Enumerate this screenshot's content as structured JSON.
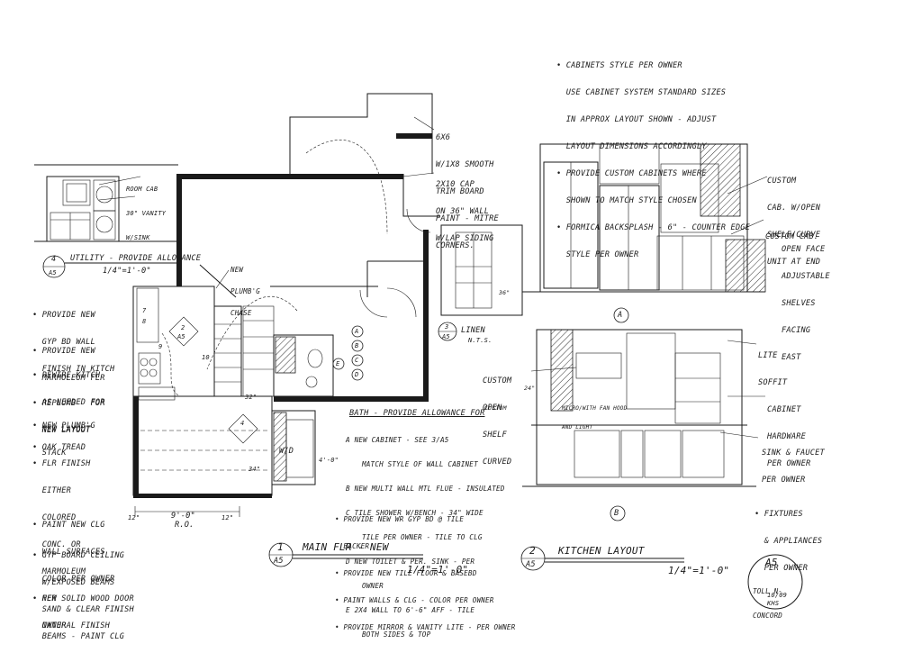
{
  "sheet": {
    "notes_cabinets": [
      "• CABINETS STYLE PER OWNER",
      "  USE CABINET SYSTEM STANDARD SIZES",
      "  IN APPROX LAYOUT SHOWN - ADJUST",
      "  LAYOUT DIMENSIONS ACCORDINGLY",
      "• PROVIDE CUSTOM CABINETS WHERE",
      "  SHOWN TO MATCH STYLE CHOSEN",
      "• FORMICA BACKSPLASH - 6\" - COUNTER EDGE",
      "  STYLE PER OWNER"
    ],
    "trim_note": [
      "6x6",
      "W/1x8 SMOOTH",
      "TRIM BOARD",
      "PAINT - MITRE",
      "CORNERS."
    ],
    "cap_note": [
      "2x10 CAP",
      "ON 36\" WALL",
      "W/LAP SIDING"
    ],
    "utility_labels": [
      "ROOM CAB",
      "30\" VANITY",
      "W/SINK"
    ],
    "callout_4": {
      "num": "4",
      "sheet": "A5",
      "title": "UTILITY - PROVIDE ALLOWANCE",
      "scale": "1/4\"=1'-0\""
    },
    "callout_3": {
      "num": "3",
      "sheet": "A5",
      "title": "LINEN",
      "scale": "N.T.S."
    },
    "callout_1": {
      "num": "1",
      "sheet": "A5",
      "title": "MAIN FLR - NEW",
      "scale": "1/4\"=1'-0\""
    },
    "callout_2": {
      "num": "2",
      "sheet": "A5",
      "title": "KITCHEN LAYOUT",
      "scale": "1/4\"=1'-0\""
    },
    "new_plumb_chase": [
      "NEW",
      "PLUMB'G",
      "CHASE"
    ],
    "left_notes": [
      [
        "• PROVIDE NEW",
        "  GYP BD WALL",
        "  FINISH IN KITCH"
      ],
      [
        "• PROVIDE NEW",
        "  MARMOLEUM FLR"
      ],
      [
        "• REWIRE KITCH",
        "  AS NEEDED FOR",
        "  NEW LAYOUT"
      ],
      [
        "• REPLUMB   FOR",
        "  NEW LAYOUT"
      ],
      [
        "• NEW PLUMB'G",
        "  STACK"
      ],
      [
        "• OAK TREAD"
      ],
      [
        "• FLR FINISH",
        "  EITHER",
        "  COLORED",
        "  CONC. OR",
        "  MARMOLEUM",
        "  PER",
        "  OWNER"
      ],
      [
        "• PAINT NEW CLG",
        "  WALL SURFACES",
        "  COLOR PER OWNER"
      ],
      [
        "• GYP BOARD CEILING",
        "  W/EXPOSED BEAMS",
        "  SAND & CLEAR FINISH",
        "  BEAMS - PAINT CLG"
      ],
      [
        "• NEW SOLID WOOD DOOR",
        "  NATURAL FINISH"
      ]
    ],
    "bath_title": "BATH - PROVIDE ALLOWANCE FOR",
    "bath_notes": [
      {
        "key": "A",
        "text": [
          "NEW CABINET - SEE 3/A5",
          "MATCH STYLE OF WALL CABINET"
        ]
      },
      {
        "key": "B",
        "text": [
          "NEW MULTI WALL MTL FLUE - INSULATED"
        ]
      },
      {
        "key": "C",
        "text": [
          "TILE SHOWER W/BENCH - 34\" WIDE",
          "TILE PER OWNER - TILE TO CLG"
        ]
      },
      {
        "key": "D",
        "text": [
          "NEW TOILET & PER. SINK - PER",
          "OWNER"
        ]
      },
      {
        "key": "E",
        "text": [
          "2x4 WALL TO 6'-6\" AFF - TILE",
          "BOTH SIDES & TOP"
        ]
      }
    ],
    "bath_general": [
      "• PROVIDE NEW WR GYP BD @ TILE",
      "  BACKER",
      "• PROVIDE NEW TILE FLOOR & BASEBD",
      "• PAINT WALLS & CLG - COLOR PER OWNER",
      "• PROVIDE MIRROR & VANITY LITE - PER OWNER"
    ],
    "kitchen_right_notes": [
      [
        "CUSTOM",
        "CAB. W/OPEN",
        "SHELF/CURVE",
        "UNIT AT END"
      ],
      [
        "CUSTOM CAB."
      ],
      [
        "OPEN FACE",
        "ADJUSTABLE",
        "SHELVES",
        "FACING",
        "EAST"
      ],
      [
        "LITE",
        "SOFFIT"
      ],
      [
        "CABINET",
        "HARDWARE",
        "PER OWNER"
      ],
      [
        "SINK & FAUCET",
        "PER OWNER"
      ],
      [
        "• FIXTURES",
        "  & APPLIANCES",
        "  PER OWNER"
      ]
    ],
    "custom_shelf": [
      "CUSTOM",
      "OPEN",
      "SHELF",
      "CURVED"
    ],
    "custom_small": "CUSTOM",
    "micro_label": [
      "MICRO/WITH FAN HOOD",
      "AND LIGHT"
    ],
    "elev_A": "A",
    "elev_B": "B",
    "plan_keys": [
      "A",
      "B",
      "C",
      "D",
      "E"
    ],
    "plan_misc": {
      "wd": "W/D",
      "dim_9": "9'-0\"",
      "dim_ro": "R.O.",
      "dim_34": "34\"",
      "dim_32": "32\"",
      "dim_12a": "12\"",
      "dim_12b": "12\"",
      "dim_4": "4'-0\"",
      "ref_7": "7",
      "ref_8": "8",
      "ref_9": "9",
      "ref_10": "10",
      "ref_2": "2",
      "ref_4": "4",
      "sheet_a5": "A5",
      "dim_36": "36\"",
      "dim_24": "24\""
    },
    "stamp": {
      "title": "A5",
      "lines": [
        "TOLL N-",
        "CONCORD"
      ],
      "date": "10/09",
      "initials": "KHS"
    }
  }
}
